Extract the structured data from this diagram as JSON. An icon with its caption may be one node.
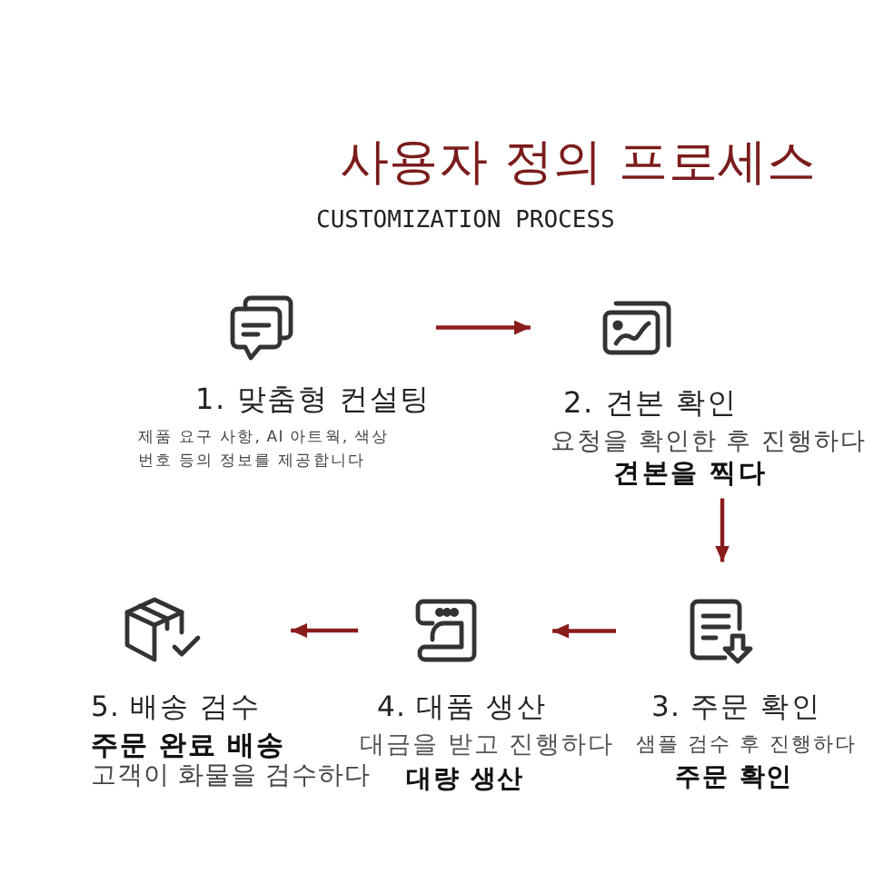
{
  "diagram": {
    "title": "사용자 정의 프로세스",
    "nodes": [
      {
        "text": [],
        "shape": "picture",
        "beside": [
          "1. 맞춤형 컨설팅",
          "제품 요구 사항, AI 아트웍, 색상 번호 등의 정보를 제공합니다"
        ]
      },
      {
        "text": [],
        "shape": "picture",
        "beside": [
          "2. 견본 확인",
          "요청을 확인한 후 진행하다",
          "견본을 찍다"
        ]
      },
      {
        "text": [],
        "shape": "picture",
        "beside": [
          "3. 주문 확인",
          "샘플 검수 후 진행하다",
          "주문 확인"
        ]
      },
      {
        "text": [],
        "shape": "picture",
        "beside": [
          "4. 대품 생산",
          "대금을 받고 진행하다",
          "대량 생산"
        ]
      },
      {
        "text": [],
        "shape": "picture",
        "beside": [
          "5. 배송 검수",
          "주문 완료 배송",
          "고객이 화물을 검수하다"
        ]
      }
    ],
    "edges": [
      {
        "from": 0,
        "to": 1,
        "arrow": "to"
      },
      {
        "from": 1,
        "to": 2,
        "arrow": "to"
      },
      {
        "from": 2,
        "to": 3,
        "arrow": "to"
      },
      {
        "from": 3,
        "to": 4,
        "arrow": "to"
      }
    ],
    "labels": [
      "CUSTOMIZATION PROCESS"
    ]
  }
}
